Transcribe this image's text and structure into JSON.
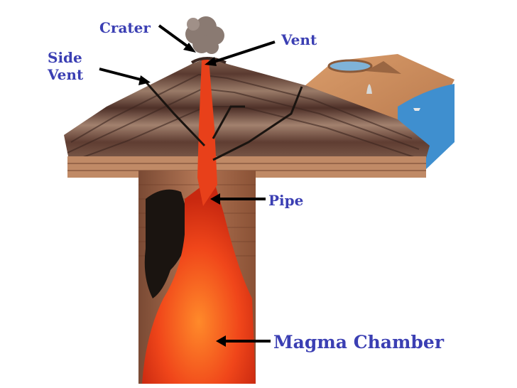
{
  "diagram": {
    "labels": {
      "crater": "Crater",
      "vent": "Vent",
      "side_vent": "Side\nVent",
      "pipe": "Pipe",
      "magma_chamber": "Magma Chamber"
    },
    "colors": {
      "label": "#3b3fb3",
      "magma": "#e8401a",
      "magma_hot": "#ff7a2a",
      "rock_dark": "#5a3a2c",
      "rock_light": "#b07a5a",
      "water": "#3f8fcf",
      "solid_magma": "#1a1410"
    }
  }
}
